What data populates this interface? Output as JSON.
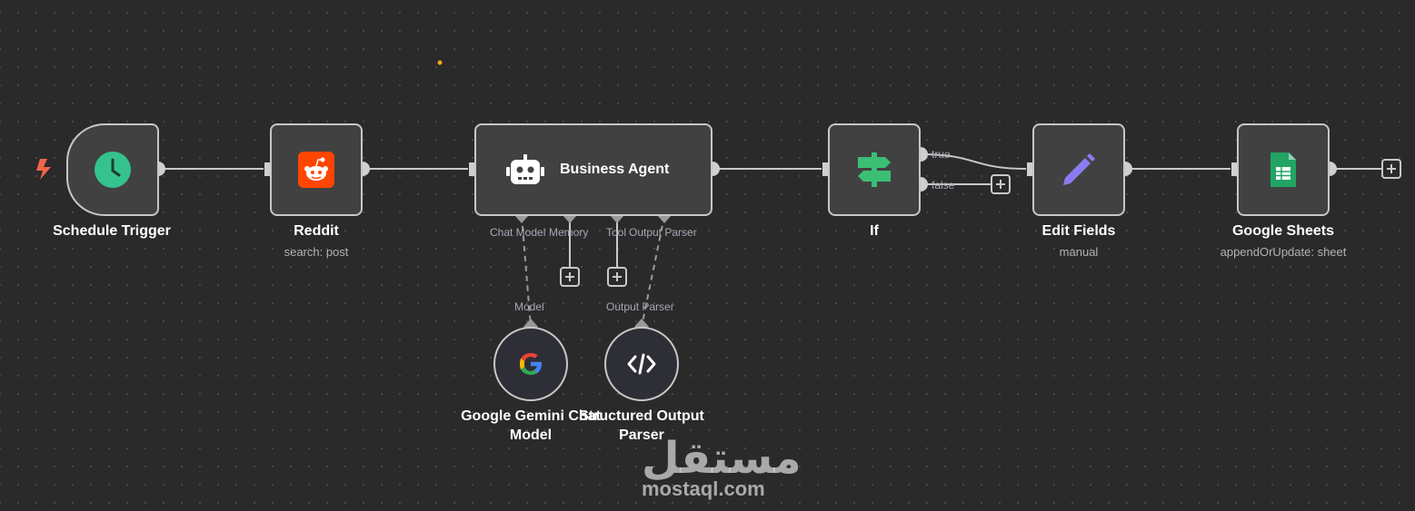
{
  "canvas": {
    "background": "#2a2a2a",
    "accent": "#f6a623"
  },
  "nodes": {
    "schedule_trigger": {
      "label": "Schedule Trigger",
      "icon": "clock-icon",
      "color": "#35c28f"
    },
    "reddit": {
      "label": "Reddit",
      "subtitle": "search: post",
      "icon": "reddit-icon",
      "color": "#ff4500"
    },
    "business_agent": {
      "label": "Business Agent",
      "icon": "robot-icon",
      "ports": {
        "chat_model": "Chat Model",
        "memory": "Memory",
        "tool": "Tool",
        "output_parser": "Output Parser"
      }
    },
    "if": {
      "label": "If",
      "icon": "signpost-icon",
      "color": "#3bbf74",
      "outputs": {
        "true": "true",
        "false": "false"
      }
    },
    "edit_fields": {
      "label": "Edit Fields",
      "subtitle": "manual",
      "icon": "pencil-icon",
      "color": "#8a7cf0"
    },
    "google_sheets": {
      "label": "Google Sheets",
      "subtitle": "appendOrUpdate: sheet",
      "icon": "google-sheets-icon",
      "color": "#21a464"
    },
    "gemini_model": {
      "label_line1": "Google Gemini Chat",
      "label_line2": "Model",
      "port": "Model",
      "icon": "google-g-icon"
    },
    "output_parser": {
      "label_line1": "Structured Output",
      "label_line2": "Parser",
      "port": "Output Parser",
      "icon": "code-icon"
    }
  },
  "watermark": {
    "text": "مستقل",
    "domain": "mostaql.com"
  }
}
